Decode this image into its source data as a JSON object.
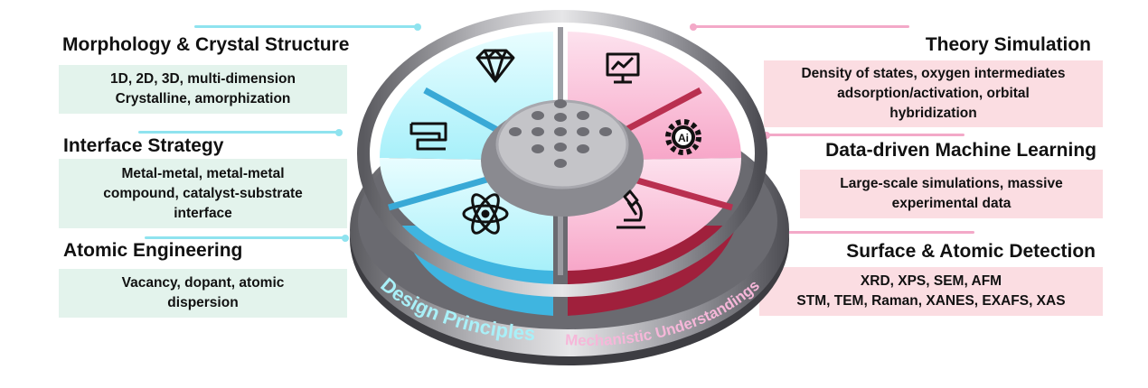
{
  "left": [
    {
      "title": "Morphology & Crystal Structure",
      "lines": [
        "1D, 2D, 3D, multi-dimension",
        "Crystalline, amorphization"
      ]
    },
    {
      "title": "Interface Strategy",
      "lines": [
        "Metal-metal, metal-metal",
        "compound, catalyst-substrate",
        "interface"
      ]
    },
    {
      "title": "Atomic Engineering",
      "lines": [
        "Vacancy, dopant,  atomic",
        "dispersion"
      ]
    }
  ],
  "right": [
    {
      "title": "Theory Simulation",
      "lines": [
        "Density of states, oxygen intermediates",
        "adsorption/activation, orbital",
        "hybridization"
      ]
    },
    {
      "title": "Data-driven Machine Learning",
      "lines": [
        "Large-scale simulations, massive",
        "experimental data"
      ]
    },
    {
      "title": "Surface & Atomic Detection",
      "lines": [
        "XRD, XPS, SEM, AFM",
        "STM, TEM, Raman, XANES, EXAFS, XAS"
      ]
    }
  ],
  "disc": {
    "left_label": "Design Principles",
    "right_label": "Mechanistic Understandings",
    "ai_icon_text": "Ai",
    "left_color": "#5fd6f0",
    "right_color": "#e8608a"
  },
  "icons": [
    "diamond-icon",
    "zigzag-icon",
    "atom-icon",
    "monitor-chart-icon",
    "ai-gear-icon",
    "microscope-icon"
  ]
}
